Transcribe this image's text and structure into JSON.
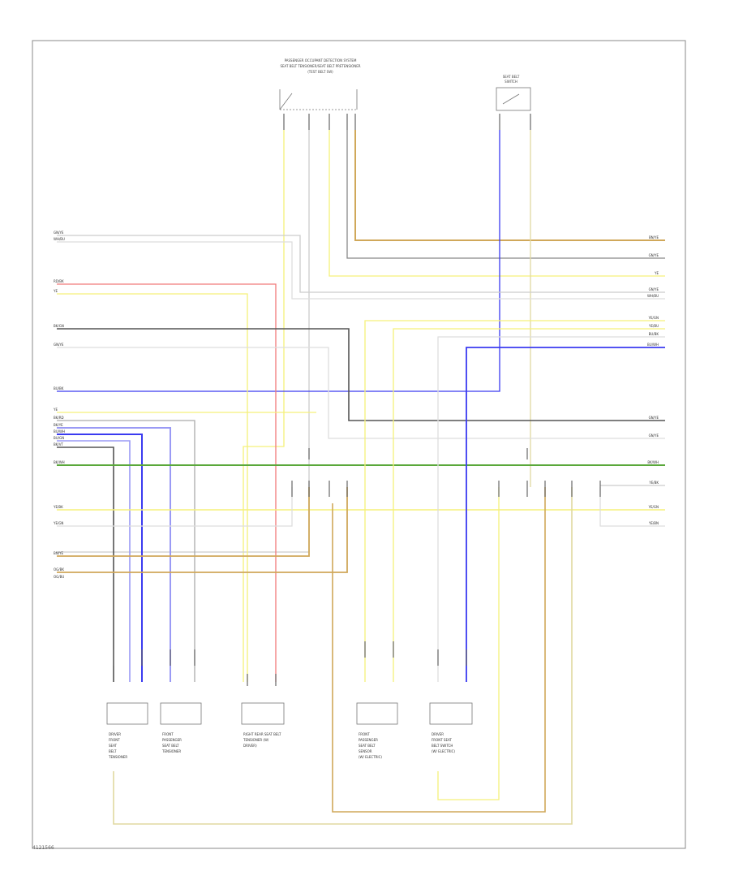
{
  "diagram_code": "4121566",
  "top_labels": {
    "switch_title_1": "PASSENGER OCCUPANT DETECTION SYSTEM",
    "switch_title_2": "SEAT BELT TENSIONER/SEAT BELT PRETENSIONER",
    "switch_title_3": "(TEST BELT SW)",
    "right_switch_title_1": "SEAT BELT",
    "right_switch_title_2": "SWITCH"
  },
  "left_wires": [
    "GN/YE",
    "WH/BU",
    "RD/BK",
    "YE",
    "BK/GN",
    "GN/YE",
    "BU/BK",
    "YE",
    "BK/RD",
    "BK/YE",
    "BU/WH",
    "BU/GN",
    "BK/VT",
    "BK/WH",
    "YE/BK",
    "YE/GN",
    "BN/YE",
    "OG/BK",
    "OG/BU"
  ],
  "right_wires": [
    "BN/YE",
    "GN/YE",
    "YE",
    "GN/YE",
    "WH/BU",
    "YE/GN",
    "YE/BU",
    "BU/BK",
    "BU/WH",
    "GN/YE",
    "GN/YE",
    "BK/WH",
    "YE/BK",
    "YE/GN",
    "YE/BN"
  ],
  "components": [
    {
      "title": "DRIVER\nFRONT\nSEAT\nBELT\nTENSIONER"
    },
    {
      "title": "FRONT\nPASSENGER\nSEAT BELT\nTENSIONER"
    },
    {
      "title": "RIGHT REAR SEAT BELT\nTENSIONER (W/\nDRIVER)"
    },
    {
      "title": "FRONT\nPASSENGER\nSEAT BELT\nSENSOR\n(W/ ELECTRIC)"
    },
    {
      "title": "DRIVER\nFRONT SEAT\nBELT SWITCH\n(W/ ELECTRIC)"
    }
  ],
  "colors": {
    "yellow": "#f5f07a",
    "red": "#f07a7a",
    "blue": "#3b3bf0",
    "lightblue": "#9a9af5",
    "green": "#5aa83a",
    "gray": "#888888",
    "black": "#555555",
    "tan": "#d0a85a",
    "lightgray": "#cccccc"
  }
}
